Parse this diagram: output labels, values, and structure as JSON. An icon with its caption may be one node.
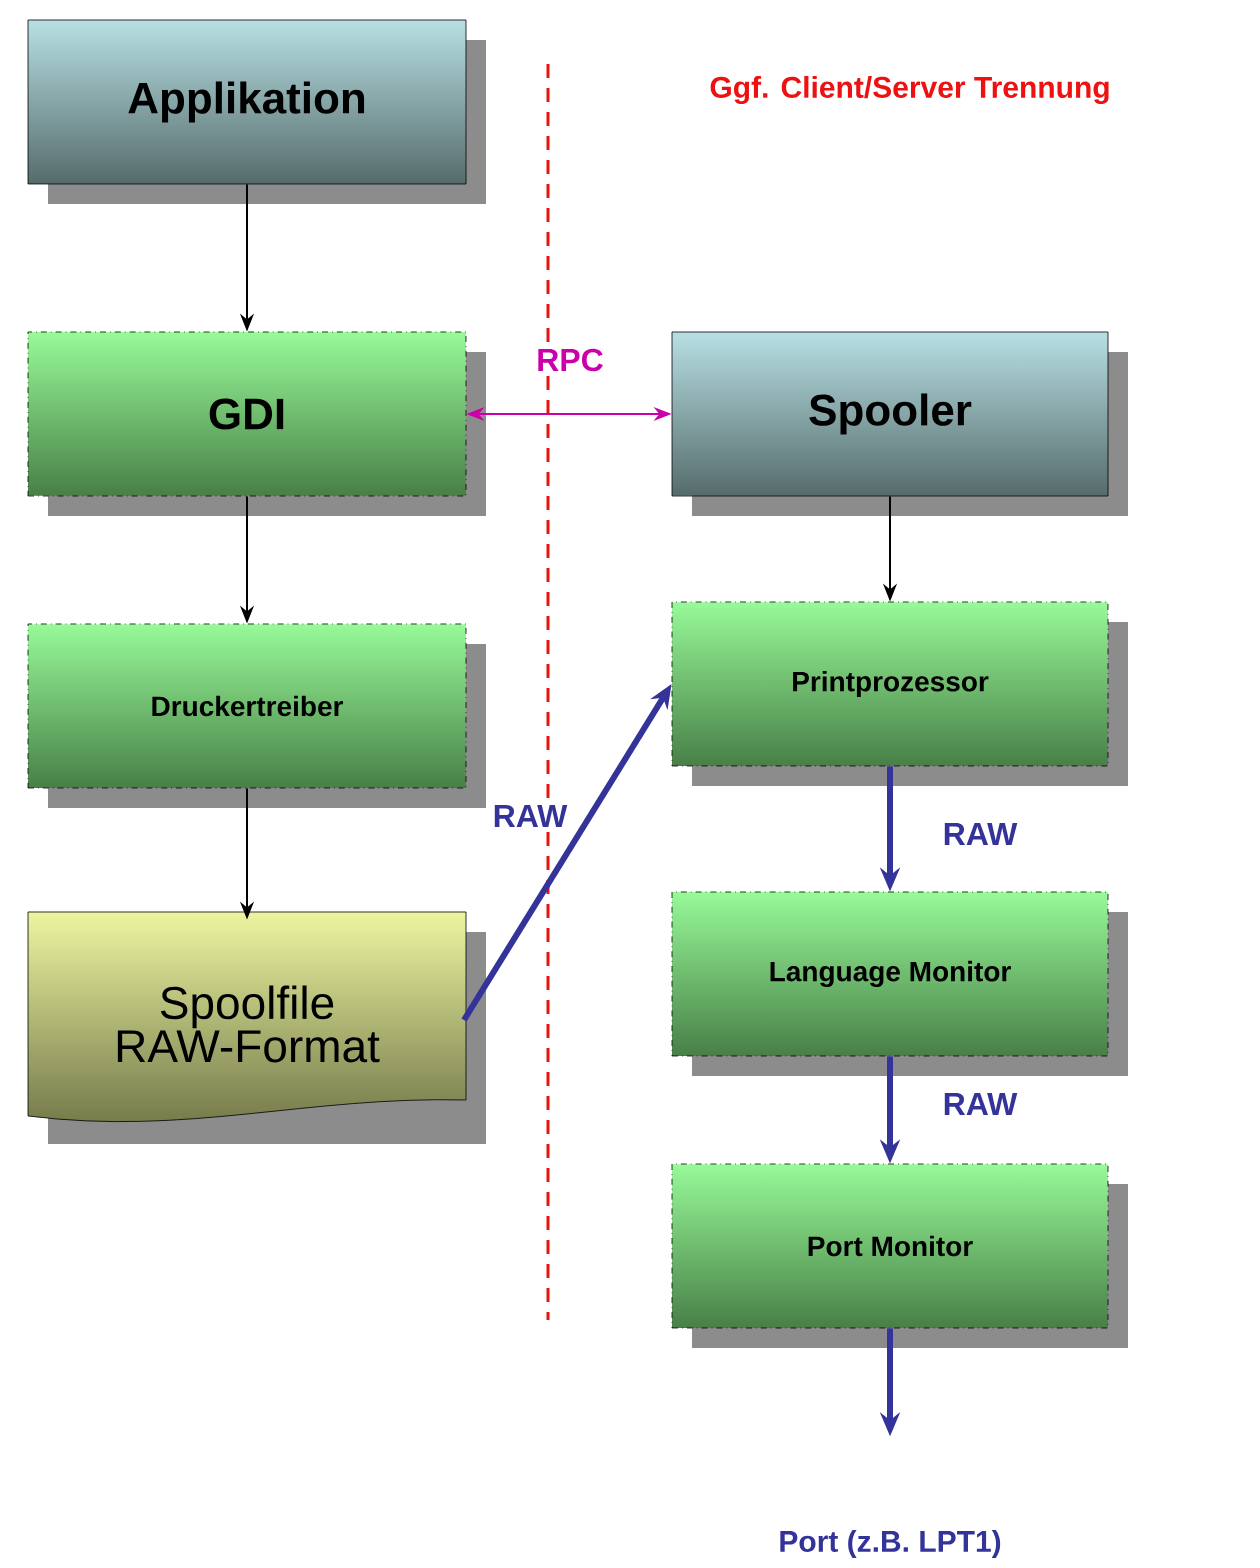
{
  "diagram": {
    "nodes": [
      {
        "text": [
          "Applikation"
        ]
      },
      {
        "text": [
          "GDI"
        ]
      },
      {
        "text": [
          "Spooler"
        ]
      },
      {
        "text": [
          "Druckertreiber"
        ]
      },
      {
        "text": [
          "Printprozessor"
        ]
      },
      {
        "text": [
          "Language Monitor"
        ]
      },
      {
        "text": [
          "Port Monitor"
        ]
      },
      {
        "text": [
          "Spoolfile RAW-Format"
        ]
      }
    ],
    "edges": [
      {
        "from": 0,
        "to": 1,
        "arrow": "to"
      },
      {
        "from": 1,
        "to": 2,
        "arrow": "both",
        "label": "RPC",
        "color": "#cc00aa"
      },
      {
        "from": 1,
        "to": 3,
        "arrow": "to"
      },
      {
        "from": 3,
        "to": 7,
        "arrow": "to"
      },
      {
        "from": 7,
        "to": 4,
        "arrow": "to",
        "label": "RAW",
        "style": "thick",
        "color": "#333399"
      },
      {
        "from": 2,
        "to": 4,
        "arrow": "to"
      },
      {
        "from": 4,
        "to": 5,
        "arrow": "to",
        "label": "RAW",
        "style": "thick",
        "color": "#333399"
      },
      {
        "from": 5,
        "to": 6,
        "arrow": "to",
        "label": "RAW",
        "style": "thick",
        "color": "#333399"
      },
      {
        "from": 6,
        "to": null,
        "arrow": "to",
        "style": "thick",
        "color": "#333399"
      }
    ],
    "labels": [
      "Ggf. Client/Server Trennung",
      "Port (z.B. LPT1)"
    ]
  }
}
